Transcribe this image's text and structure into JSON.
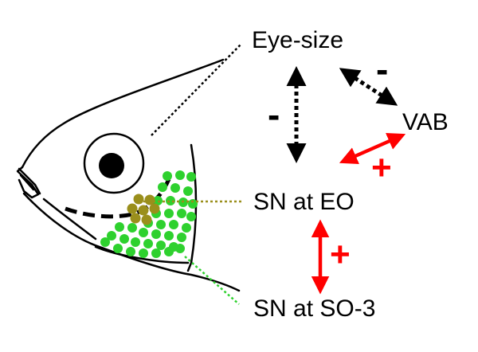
{
  "labels": {
    "eye_size": "Eye-size",
    "vab": "VAB",
    "sn_eo": "SN at EO",
    "sn_so3": "SN at SO-3"
  },
  "signs": {
    "eye_sn": "-",
    "eye_vab": "-",
    "vab_sn": "+",
    "eo_so3": "+"
  },
  "colors": {
    "ink": "#000000",
    "negative_arrow": "#000000",
    "positive_arrow": "#ff0000",
    "sn_eo_dots": "#9a8f1c",
    "sn_so3_dots": "#2ed12e"
  }
}
